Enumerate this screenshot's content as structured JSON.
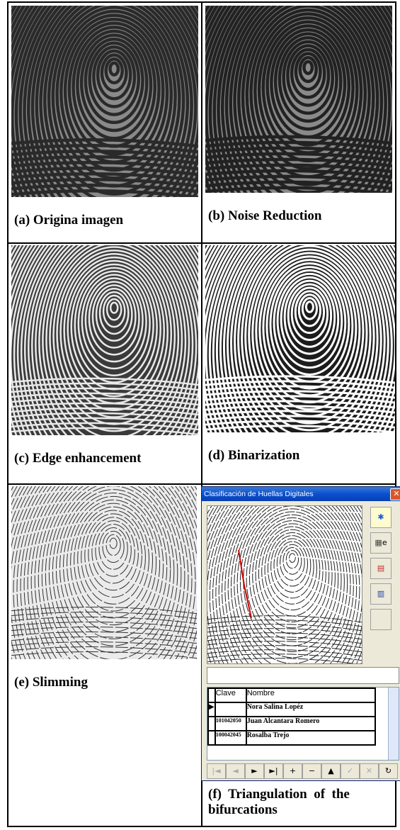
{
  "captions": {
    "a": "(a) Origina imagen",
    "b": "(b) Noise Reduction",
    "c": "(c) Edge enhancement",
    "d": "(d) Binarization",
    "e": "(e) Slimming",
    "f_line1": "(f)  Triangulation  of  the",
    "f_line2": "bifurcations"
  },
  "app": {
    "title": "Clasificación de Huellas Digitales",
    "close_icon": "close-icon",
    "toolbar": [
      {
        "icon": "fingerprint-scan-icon",
        "label": ""
      },
      {
        "icon": "compare-icon",
        "label": "e"
      },
      {
        "icon": "print-icon",
        "label": ""
      },
      {
        "icon": "database-icon",
        "label": ""
      },
      {
        "icon": "blank-button",
        "label": ""
      }
    ],
    "grid": {
      "headers": [
        "Clave",
        "Nombre"
      ],
      "rows": [
        {
          "clave": "",
          "nombre": "Nora Salina Lopéz"
        },
        {
          "clave": "101042050",
          "nombre": "Juan Alcantara Romero"
        },
        {
          "clave": "100042045",
          "nombre": "Rosalba Trejo"
        }
      ]
    },
    "navigator": [
      "|◄",
      "◄",
      "►",
      "►|",
      "+",
      "−",
      "▲",
      "✓",
      "✕",
      "↻"
    ]
  },
  "colors": {
    "titlebar": "#0a4fcf",
    "ridge_dark": "#222222",
    "ridge_gray": "#8a8a8a",
    "line_red": "#d00000"
  }
}
